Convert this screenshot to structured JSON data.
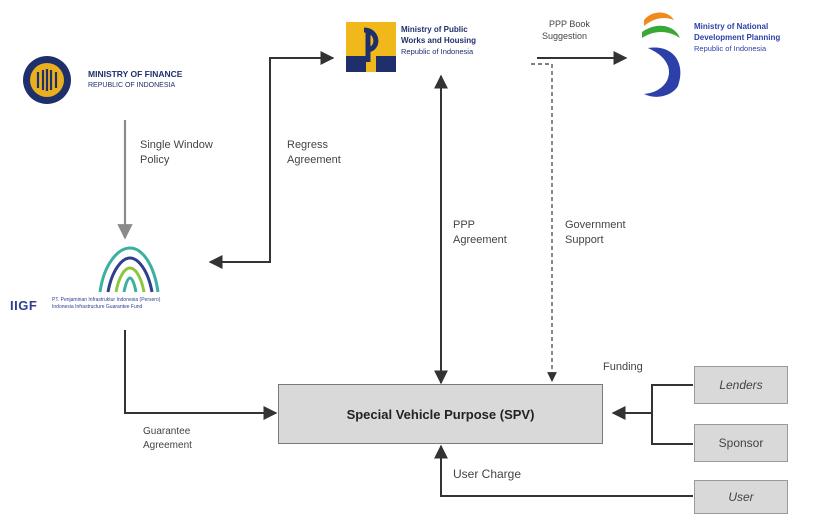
{
  "orgs": {
    "mof": {
      "name": "MINISTRY OF FINANCE",
      "sub": "REPUBLIC OF INDONESIA",
      "color": "#1f2f6b",
      "accent": "#e8b01f"
    },
    "pupr": {
      "line1": "Ministry of Public",
      "line2": "Works and Housing",
      "line3": "Republic of Indonesia",
      "color": "#1f2f6b",
      "accent": "#f1b81c"
    },
    "bappenas": {
      "line1": "Ministry of National",
      "line2": "Development Planning",
      "line3": "Republic of Indonesia",
      "color": "#2d3fa8",
      "accent": "#f08a1c",
      "accent2": "#39a935"
    },
    "iigf": {
      "abbr": "IIGF",
      "line1": "PT. Penjaminan Infrastruktur Indonesia (Persero)",
      "line2": "Indonesia Infrastructure Guarantee Fund",
      "color": "#2e3f8f",
      "accent": "#3bb0a0"
    }
  },
  "edges": {
    "single_window": [
      "Single Window",
      "Policy"
    ],
    "regress": [
      "Regress",
      "Agreement"
    ],
    "ppp_book": [
      "PPP Book",
      "Suggestion"
    ],
    "ppp_agreement": [
      "PPP",
      "Agreement"
    ],
    "gov_support": [
      "Government",
      "Support"
    ],
    "funding": "Funding",
    "guarantee": [
      "Guarantee",
      "Agreement"
    ],
    "user_charge": "User Charge"
  },
  "nodes": {
    "spv": "Special Vehicle Purpose (SPV)",
    "lenders": "Lenders",
    "sponsor": "Sponsor",
    "user": "User"
  },
  "colors": {
    "line": "#333333",
    "box_fill": "#d9d9d9",
    "box_border": "#9a9a9a",
    "arrow_gray": "#8a8a8a"
  }
}
